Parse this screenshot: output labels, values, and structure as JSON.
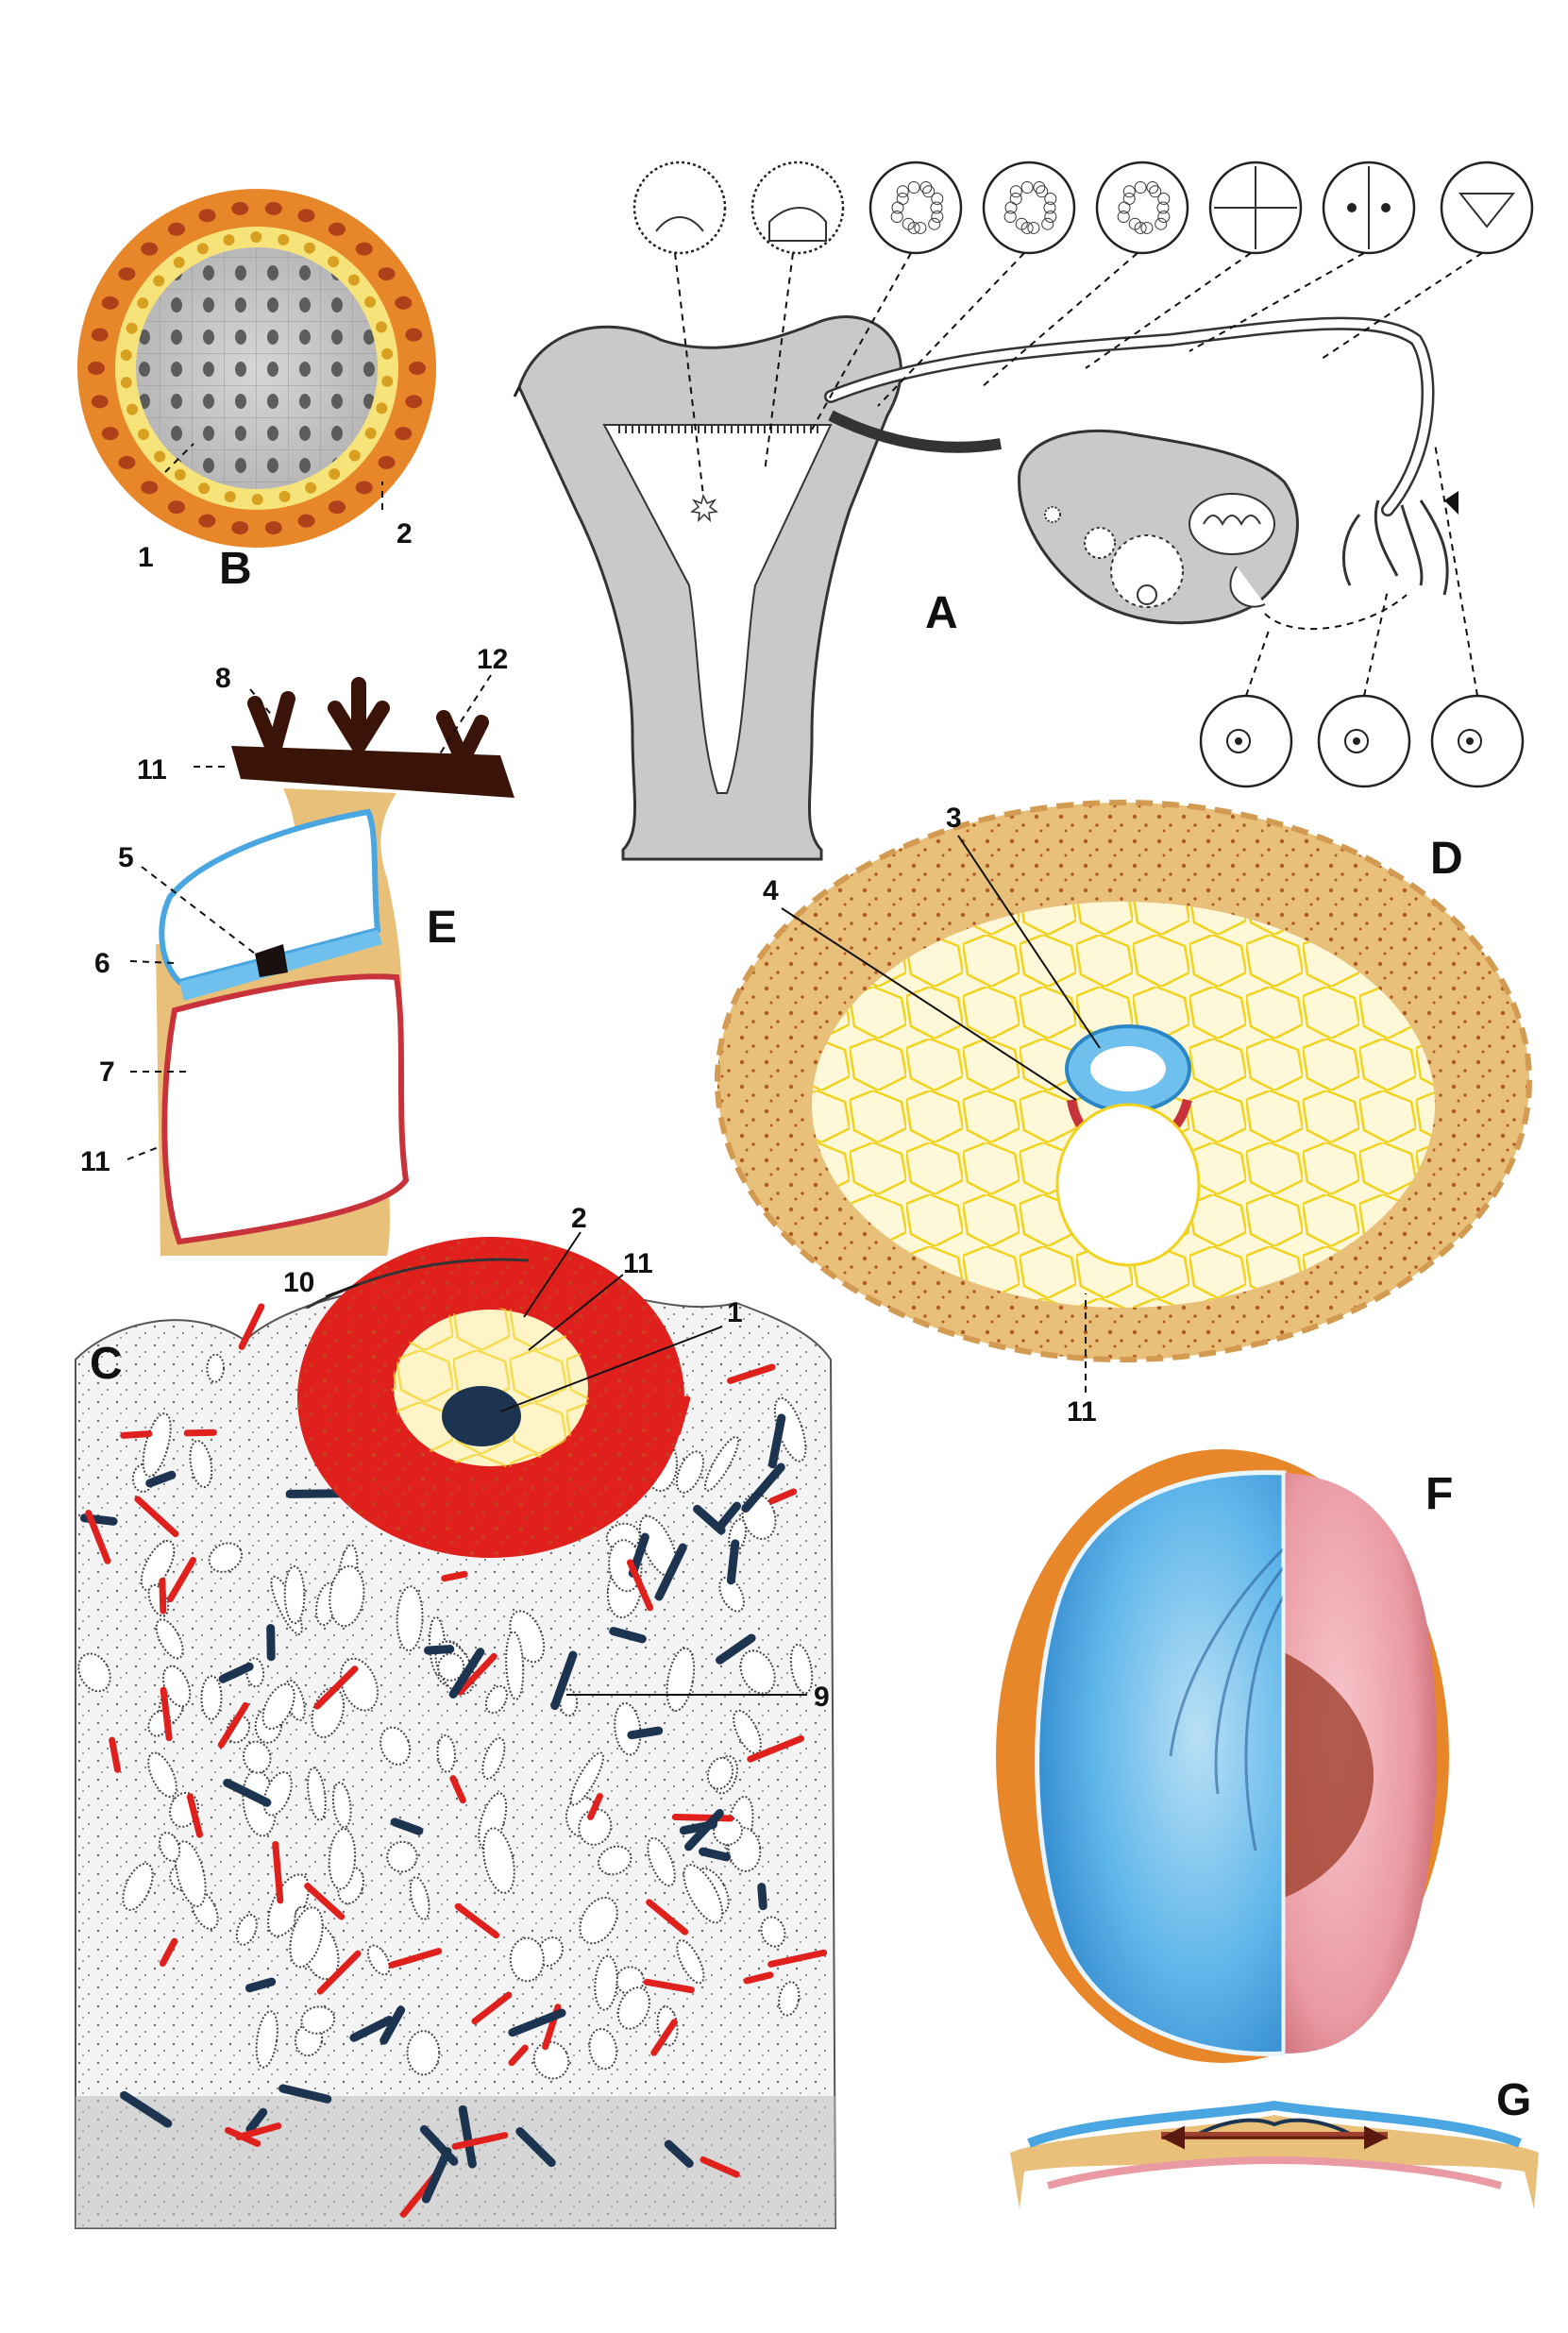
{
  "panels": {
    "A": {
      "letter": "A"
    },
    "B": {
      "letter": "B",
      "labels": [
        "1",
        "2"
      ]
    },
    "C": {
      "letter": "C",
      "labels": [
        "10",
        "2",
        "11",
        "1",
        "9"
      ]
    },
    "D": {
      "letter": "D",
      "labels": [
        "3",
        "4",
        "11"
      ]
    },
    "E": {
      "letter": "E",
      "labels": [
        "8",
        "12",
        "11",
        "5",
        "6",
        "7",
        "11"
      ]
    },
    "F": {
      "letter": "F"
    },
    "G": {
      "letter": "G"
    }
  },
  "colors": {
    "outer_orange": "#e8862a",
    "cell_yellow": "#f6e37a",
    "gray_tissue": "#c9c9c9",
    "amnion_blue": "#4aa6e0",
    "yolk_red": "#c8323a",
    "blood_red": "#e0201c",
    "dark_blue": "#1c3450",
    "chorion_tan": "#e9c07a",
    "pink_sac": "#e99aa2"
  },
  "icons": [
    "arrowhead-icon",
    "double-arrow-icon"
  ]
}
